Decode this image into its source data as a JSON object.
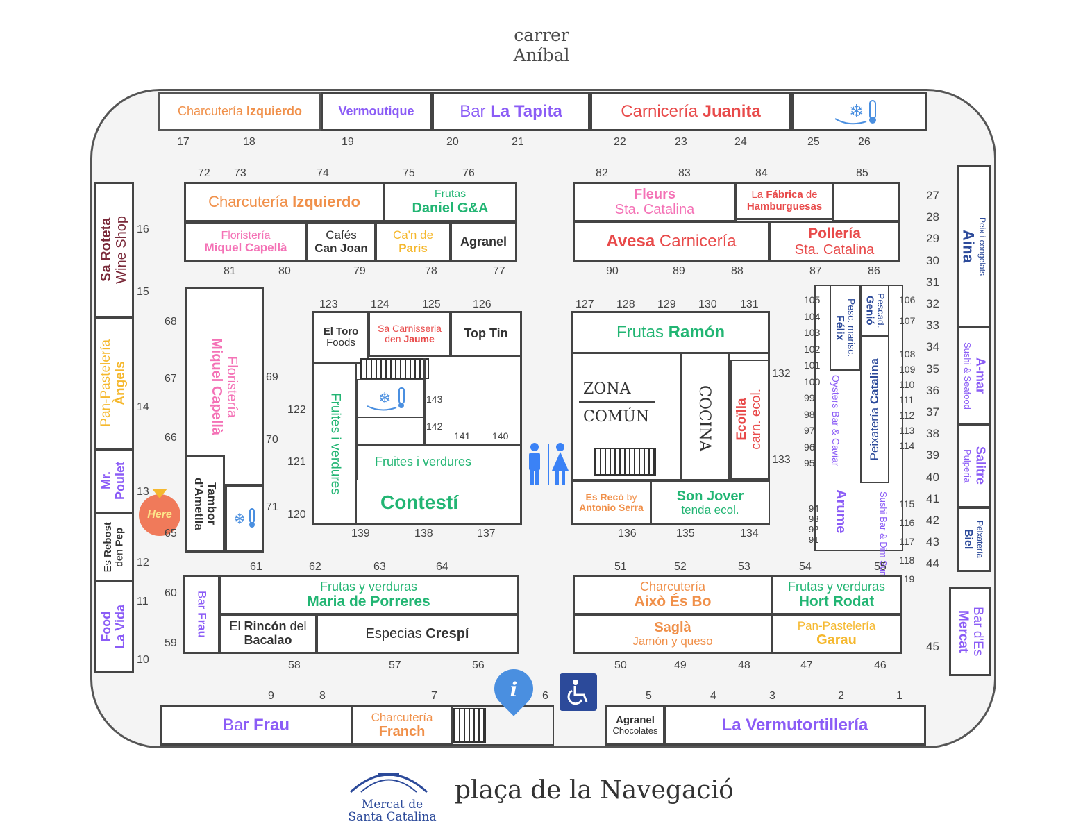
{
  "streets": {
    "top_line1": "carrer",
    "top_line2": "Aníbal",
    "bottom": "plaça de la Navegació"
  },
  "logo": {
    "line1": "Mercat de",
    "line2": "Santa Catalina"
  },
  "colors": {
    "orange": "#f0904a",
    "purple": "#8b5cf6",
    "red": "#e84a4a",
    "green": "#22b573",
    "pink": "#f472b6",
    "yellow": "#f5b82e",
    "navy": "#2c4a9a",
    "blue": "#4a8fe0",
    "dark": "#333333",
    "maroon": "#7a2a3a"
  },
  "top_row": {
    "s1": {
      "a": "Charcutería ",
      "b": "Izquierdo"
    },
    "s2": {
      "b": "Vermoutique"
    },
    "s3": {
      "a": "Bar ",
      "b": "La Tapita"
    },
    "s4": {
      "a": "Carnicería ",
      "b": "Juanita"
    },
    "s5_icon": "refrigerator-icon",
    "numbers": [
      "17",
      "18",
      "19",
      "20",
      "21",
      "22",
      "23",
      "24",
      "25",
      "26"
    ]
  },
  "block_nw": {
    "nums_top": [
      "72",
      "73",
      "74",
      "75",
      "76"
    ],
    "nums_bottom": [
      "81",
      "80",
      "79",
      "78",
      "77"
    ],
    "charc": {
      "a": "Charcutería ",
      "b": "Izquierdo"
    },
    "frutas": {
      "a": "Frutas",
      "b": "Daniel G&A"
    },
    "flor": {
      "a": "Floristería",
      "b": "Miquel Capellà"
    },
    "cafes": {
      "a": "Cafés",
      "b": "Can Joan"
    },
    "can": {
      "a": "Ca'n de",
      "b": "Paris"
    },
    "agranel": {
      "b": "Agranel"
    }
  },
  "block_ne": {
    "nums_top": [
      "82",
      "83",
      "84",
      "85"
    ],
    "nums_bottom": [
      "90",
      "89",
      "88",
      "87",
      "86"
    ],
    "fleurs": {
      "a": "Fleurs",
      "b": "Sta. Catalina"
    },
    "fabrica": {
      "a": "La ",
      "b": "Fábrica",
      "c": " de",
      "d": "Hamburguesas"
    },
    "avesa": {
      "a": "Avesa",
      "b": " Carnicería"
    },
    "polleria": {
      "a": "Pollería",
      "b": "Sta. Catalina"
    }
  },
  "left_side": {
    "roteta": {
      "a": "Sa Roteta",
      "b": "Wine Shop"
    },
    "angels": {
      "a": "Pan-Pastelería",
      "b": "Àngels"
    },
    "poulet": {
      "a": "Mr.",
      "b": "Poulet"
    },
    "rebost": {
      "a": "Es ",
      "b": "Rebost",
      "c": "den ",
      "d": "Pep"
    },
    "food": {
      "a": "Food",
      "b": "La Vida"
    },
    "numbers": [
      "16",
      "15",
      "14",
      "13",
      "12",
      "11",
      "10"
    ],
    "here": "Here"
  },
  "block_w": {
    "flor": {
      "a": "Floristería",
      "b": "Miquel Capellà"
    },
    "tambor": {
      "a": "Tambor",
      "b": "d'Ametlla"
    },
    "nums": [
      "68",
      "67",
      "66",
      "65",
      "69",
      "70",
      "71"
    ]
  },
  "center_w": {
    "nums_top": [
      "123",
      "124",
      "125",
      "126"
    ],
    "eltoro": {
      "a": "El Toro",
      "b": "Foods"
    },
    "jaume": {
      "a": "Sa Carnisseria",
      "b": "den ",
      "c": "Jaume"
    },
    "toptin": {
      "b": "Top Tin"
    },
    "fruites_v": "Fruites i verdures",
    "fruites_h": "Fruites i verdures",
    "contesti": "Contestí",
    "nums_left": [
      "122",
      "121",
      "120"
    ],
    "nums_inner": [
      "143",
      "142",
      "141",
      "140"
    ],
    "nums_bottom": [
      "139",
      "138",
      "137"
    ]
  },
  "center_e": {
    "nums_top": [
      "127",
      "128",
      "129",
      "130",
      "131"
    ],
    "ramon": {
      "a": "Frutas ",
      "b": "Ramón"
    },
    "zona1": "ZONA",
    "zona2": "COMÚN",
    "cocina": "COCINA",
    "ecoilla": {
      "a": "Ecoïlla",
      "b": "carn. ecol."
    },
    "esreco": {
      "a": "Es Recó",
      "b": " by",
      "c": "Antonio Serra"
    },
    "sonjover": {
      "a": "Son Jover",
      "b": "tenda ecol."
    },
    "nums_right": [
      "132",
      "133"
    ],
    "nums_bottom": [
      "136",
      "135",
      "134"
    ]
  },
  "east_block": {
    "felix": {
      "a": "Pesc. marisc.",
      "b": "Félix"
    },
    "genio": {
      "a": "Pescad.",
      "b": "Genió"
    },
    "catalina": {
      "a": "Peixatería ",
      "b": "Catalina"
    },
    "oysters": "Oysters Bar & Caviar",
    "arume": "Arume",
    "sushi": "Sushi  Bar & Dim Sum",
    "nums_l": [
      "105",
      "104",
      "103",
      "102",
      "101",
      "100",
      "99",
      "98",
      "97",
      "96",
      "95",
      "94",
      "93",
      "92",
      "91"
    ],
    "nums_r": [
      "106",
      "107",
      "108",
      "109",
      "110",
      "111",
      "112",
      "113",
      "114",
      "115",
      "116",
      "117",
      "118",
      "119"
    ]
  },
  "right_side": {
    "aina": {
      "a": "Peix i congelats",
      "b": "Aina"
    },
    "amar": {
      "a": "A-mar",
      "b": "Sushi & Seafood"
    },
    "salitre": {
      "a": "Salitre",
      "b": "Pulpería"
    },
    "biel": {
      "a": "Peixatería",
      "b": "Biel"
    },
    "mercat": {
      "a": "Bar d'Es",
      "b": "Mercat"
    },
    "numbers": [
      "27",
      "28",
      "29",
      "30",
      "31",
      "32",
      "33",
      "34",
      "35",
      "36",
      "37",
      "38",
      "39",
      "40",
      "41",
      "42",
      "43",
      "44",
      "45"
    ]
  },
  "block_sw": {
    "nums_top": [
      "61",
      "62",
      "63",
      "64"
    ],
    "nums_left": [
      "60",
      "59"
    ],
    "nums_bottom": [
      "58",
      "57",
      "56"
    ],
    "barfrau": {
      "a": "Bar ",
      "b": "Frau"
    },
    "porreres": {
      "a": "Frutas y verduras",
      "b": "Maria de Porreres"
    },
    "rincon": {
      "a": "El ",
      "b": "Rincón",
      "c": " del",
      "d": "Bacalao"
    },
    "crespi": {
      "a": "Especias ",
      "b": "Crespí"
    }
  },
  "block_se": {
    "nums_top": [
      "51",
      "52",
      "53",
      "54",
      "55"
    ],
    "nums_bottom": [
      "50",
      "49",
      "48",
      "47",
      "46"
    ],
    "aixo": {
      "a": "Charcutería",
      "b": "Això És Bo"
    },
    "hort": {
      "a": "Frutas y verduras",
      "b": "Hort Rodat"
    },
    "sagla": {
      "a": "Saglà",
      "b": "Jamón y queso"
    },
    "garau": {
      "a": "Pan-Pastelería",
      "b": "Garau"
    }
  },
  "bottom_row": {
    "numbers": [
      "9",
      "8",
      "7",
      "6",
      "5",
      "4",
      "3",
      "2",
      "1"
    ],
    "barfrau": {
      "a": "Bar ",
      "b": "Frau"
    },
    "franch": {
      "a": "Charcutería",
      "b": "Franch"
    },
    "agranel": {
      "a": "Agranel",
      "b": "Chocolates"
    },
    "vermu": "La Vermutortillería"
  },
  "icons": {
    "info": "i",
    "info_icon": "info-icon",
    "wheelchair_icon": "wheelchair-icon",
    "toilet_icon": "toilet-icon"
  }
}
